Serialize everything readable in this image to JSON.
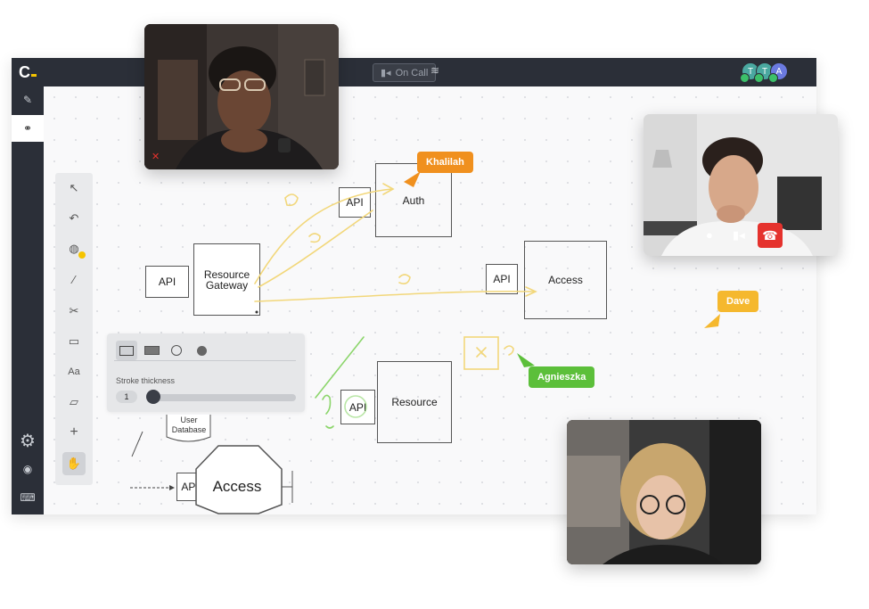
{
  "topbar": {
    "logo": "C",
    "oncall_label": "On Call",
    "participants": [
      {
        "initial": "T",
        "color": "#4aa8a0"
      },
      {
        "initial": "T",
        "color": "#4aa8a0"
      },
      {
        "initial": "A",
        "color": "#6b7ae0"
      }
    ]
  },
  "toolbar": {
    "text_tool": "Aa"
  },
  "popover": {
    "stroke_label": "Stroke thickness",
    "stroke_value": "1"
  },
  "diagram": {
    "api1": "API",
    "resource_gateway": "Resource Gateway",
    "api2": "API",
    "auth": "Auth",
    "api3": "API",
    "access": "Access",
    "api4": "API",
    "resource": "Resource",
    "user_database": "User Database",
    "api5": "API",
    "access_octagon": "Access"
  },
  "cursors": [
    {
      "name": "Khalilah",
      "color": "#f0901e"
    },
    {
      "name": "Dave",
      "color": "#f5b82e"
    },
    {
      "name": "Agnieszka",
      "color": "#5cbf3a"
    }
  ],
  "colors": {
    "chrome": "#2b2f38",
    "scribble": "#f2d77a",
    "green_scribble": "#8bd56a",
    "end_call": "#e5322d"
  }
}
